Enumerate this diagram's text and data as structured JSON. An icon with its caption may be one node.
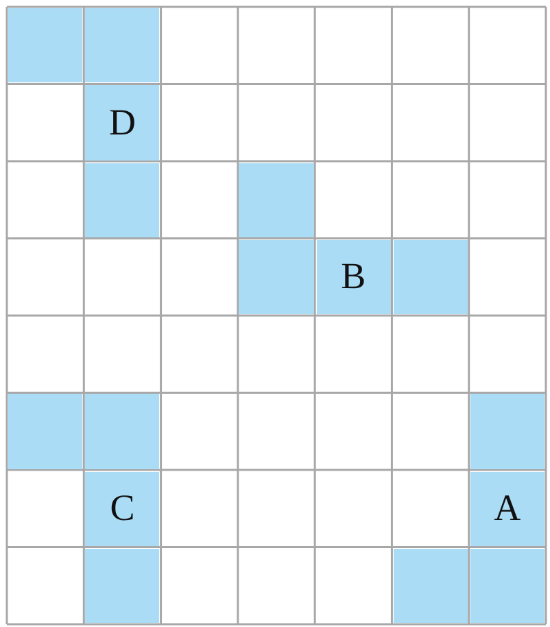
{
  "diagram": {
    "nodes": [
      {
        "text": [],
        "shape": "box"
      },
      {
        "text": [],
        "shape": "box"
      },
      {
        "text": [
          "D"
        ]
      },
      {
        "text": [],
        "shape": "box"
      },
      {
        "text": [],
        "shape": "box"
      },
      {
        "text": [],
        "shape": "box"
      },
      {
        "text": [
          "B"
        ]
      },
      {
        "text": [],
        "shape": "box"
      },
      {
        "text": [],
        "shape": "box"
      },
      {
        "text": [],
        "shape": "box"
      },
      {
        "text": [],
        "shape": "box"
      },
      {
        "text": [
          "C"
        ]
      },
      {
        "text": [
          "A"
        ]
      },
      {
        "text": [],
        "shape": "box"
      },
      {
        "text": [],
        "shape": "box"
      },
      {
        "text": [],
        "shape": "box"
      }
    ]
  }
}
